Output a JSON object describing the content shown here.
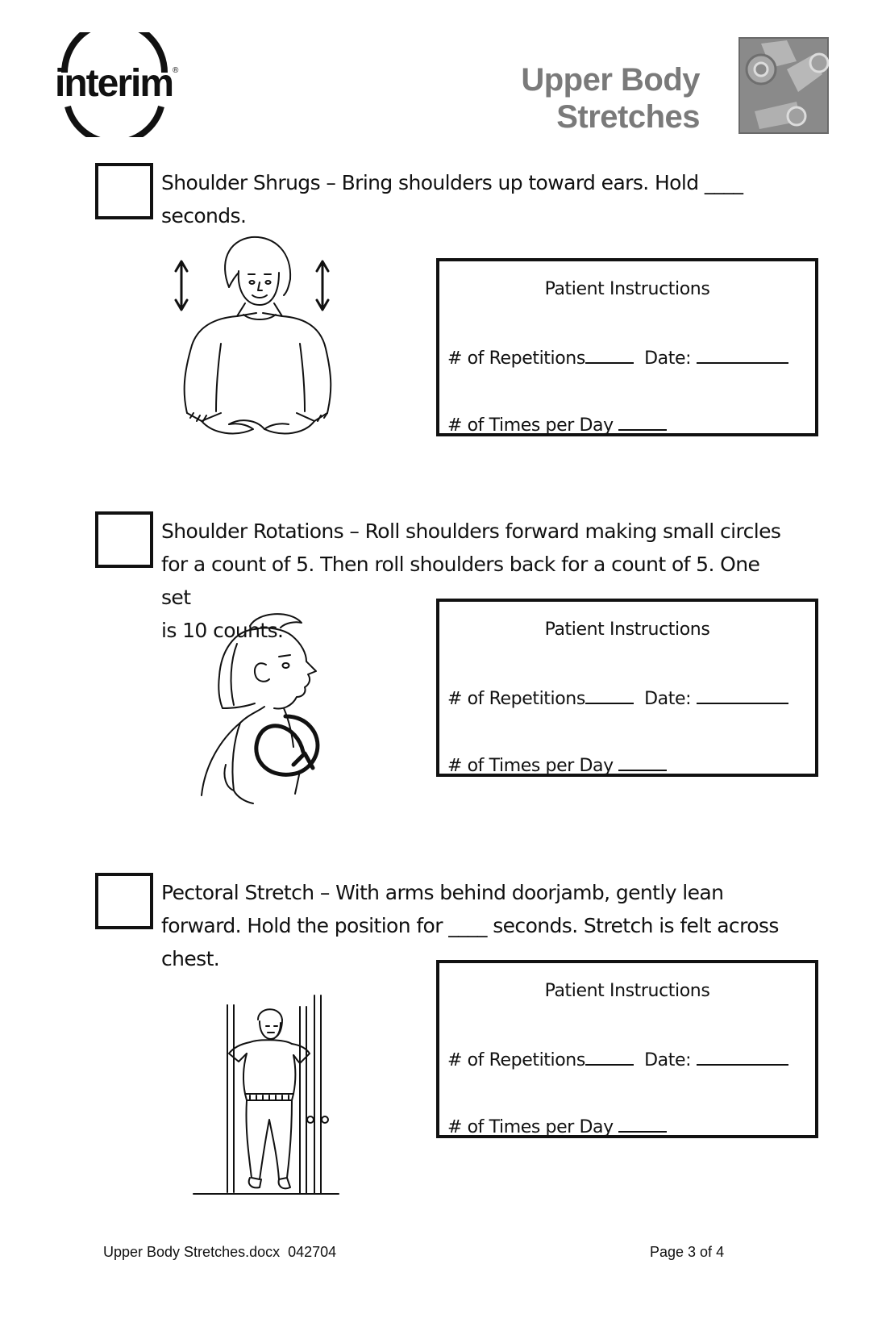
{
  "header": {
    "logo_text": "interim",
    "logo_mark": "®",
    "title_line1": "Upper Body",
    "title_line2": "Stretches"
  },
  "exercises": [
    {
      "description_line1": "Shoulder Shrugs – Bring shoulders up toward ears. Hold ____",
      "description_line2": "seconds.",
      "description_line3": "",
      "instructions": {
        "heading": "Patient Instructions",
        "repetitions_label": "# of Repetitions",
        "date_label": "Date:",
        "times_label": "# of Times per Day"
      }
    },
    {
      "description_line1": "Shoulder Rotations – Roll shoulders forward making small circles",
      "description_line2": "for a count of 5. Then roll shoulders back for a count of 5. One set",
      "description_line3": "is 10 counts.",
      "instructions": {
        "heading": "Patient Instructions",
        "repetitions_label": "# of Repetitions",
        "date_label": "Date:",
        "times_label": "# of Times per Day"
      }
    },
    {
      "description_line1": "Pectoral Stretch – With arms behind doorjamb, gently lean",
      "description_line2": "forward. Hold the position for ____ seconds. Stretch is felt across",
      "description_line3": "chest.",
      "instructions": {
        "heading": "Patient Instructions",
        "repetitions_label": "# of Repetitions",
        "date_label": "Date:",
        "times_label": "# of Times per Day"
      }
    }
  ],
  "footer": {
    "document_name": "Upper Body Stretches.docx  042704",
    "page_label": "Page 3 of 4"
  },
  "colors": {
    "title_gray": "#7a7a7a",
    "graphic_gray": "#8a8a8a",
    "ink": "#111111"
  }
}
